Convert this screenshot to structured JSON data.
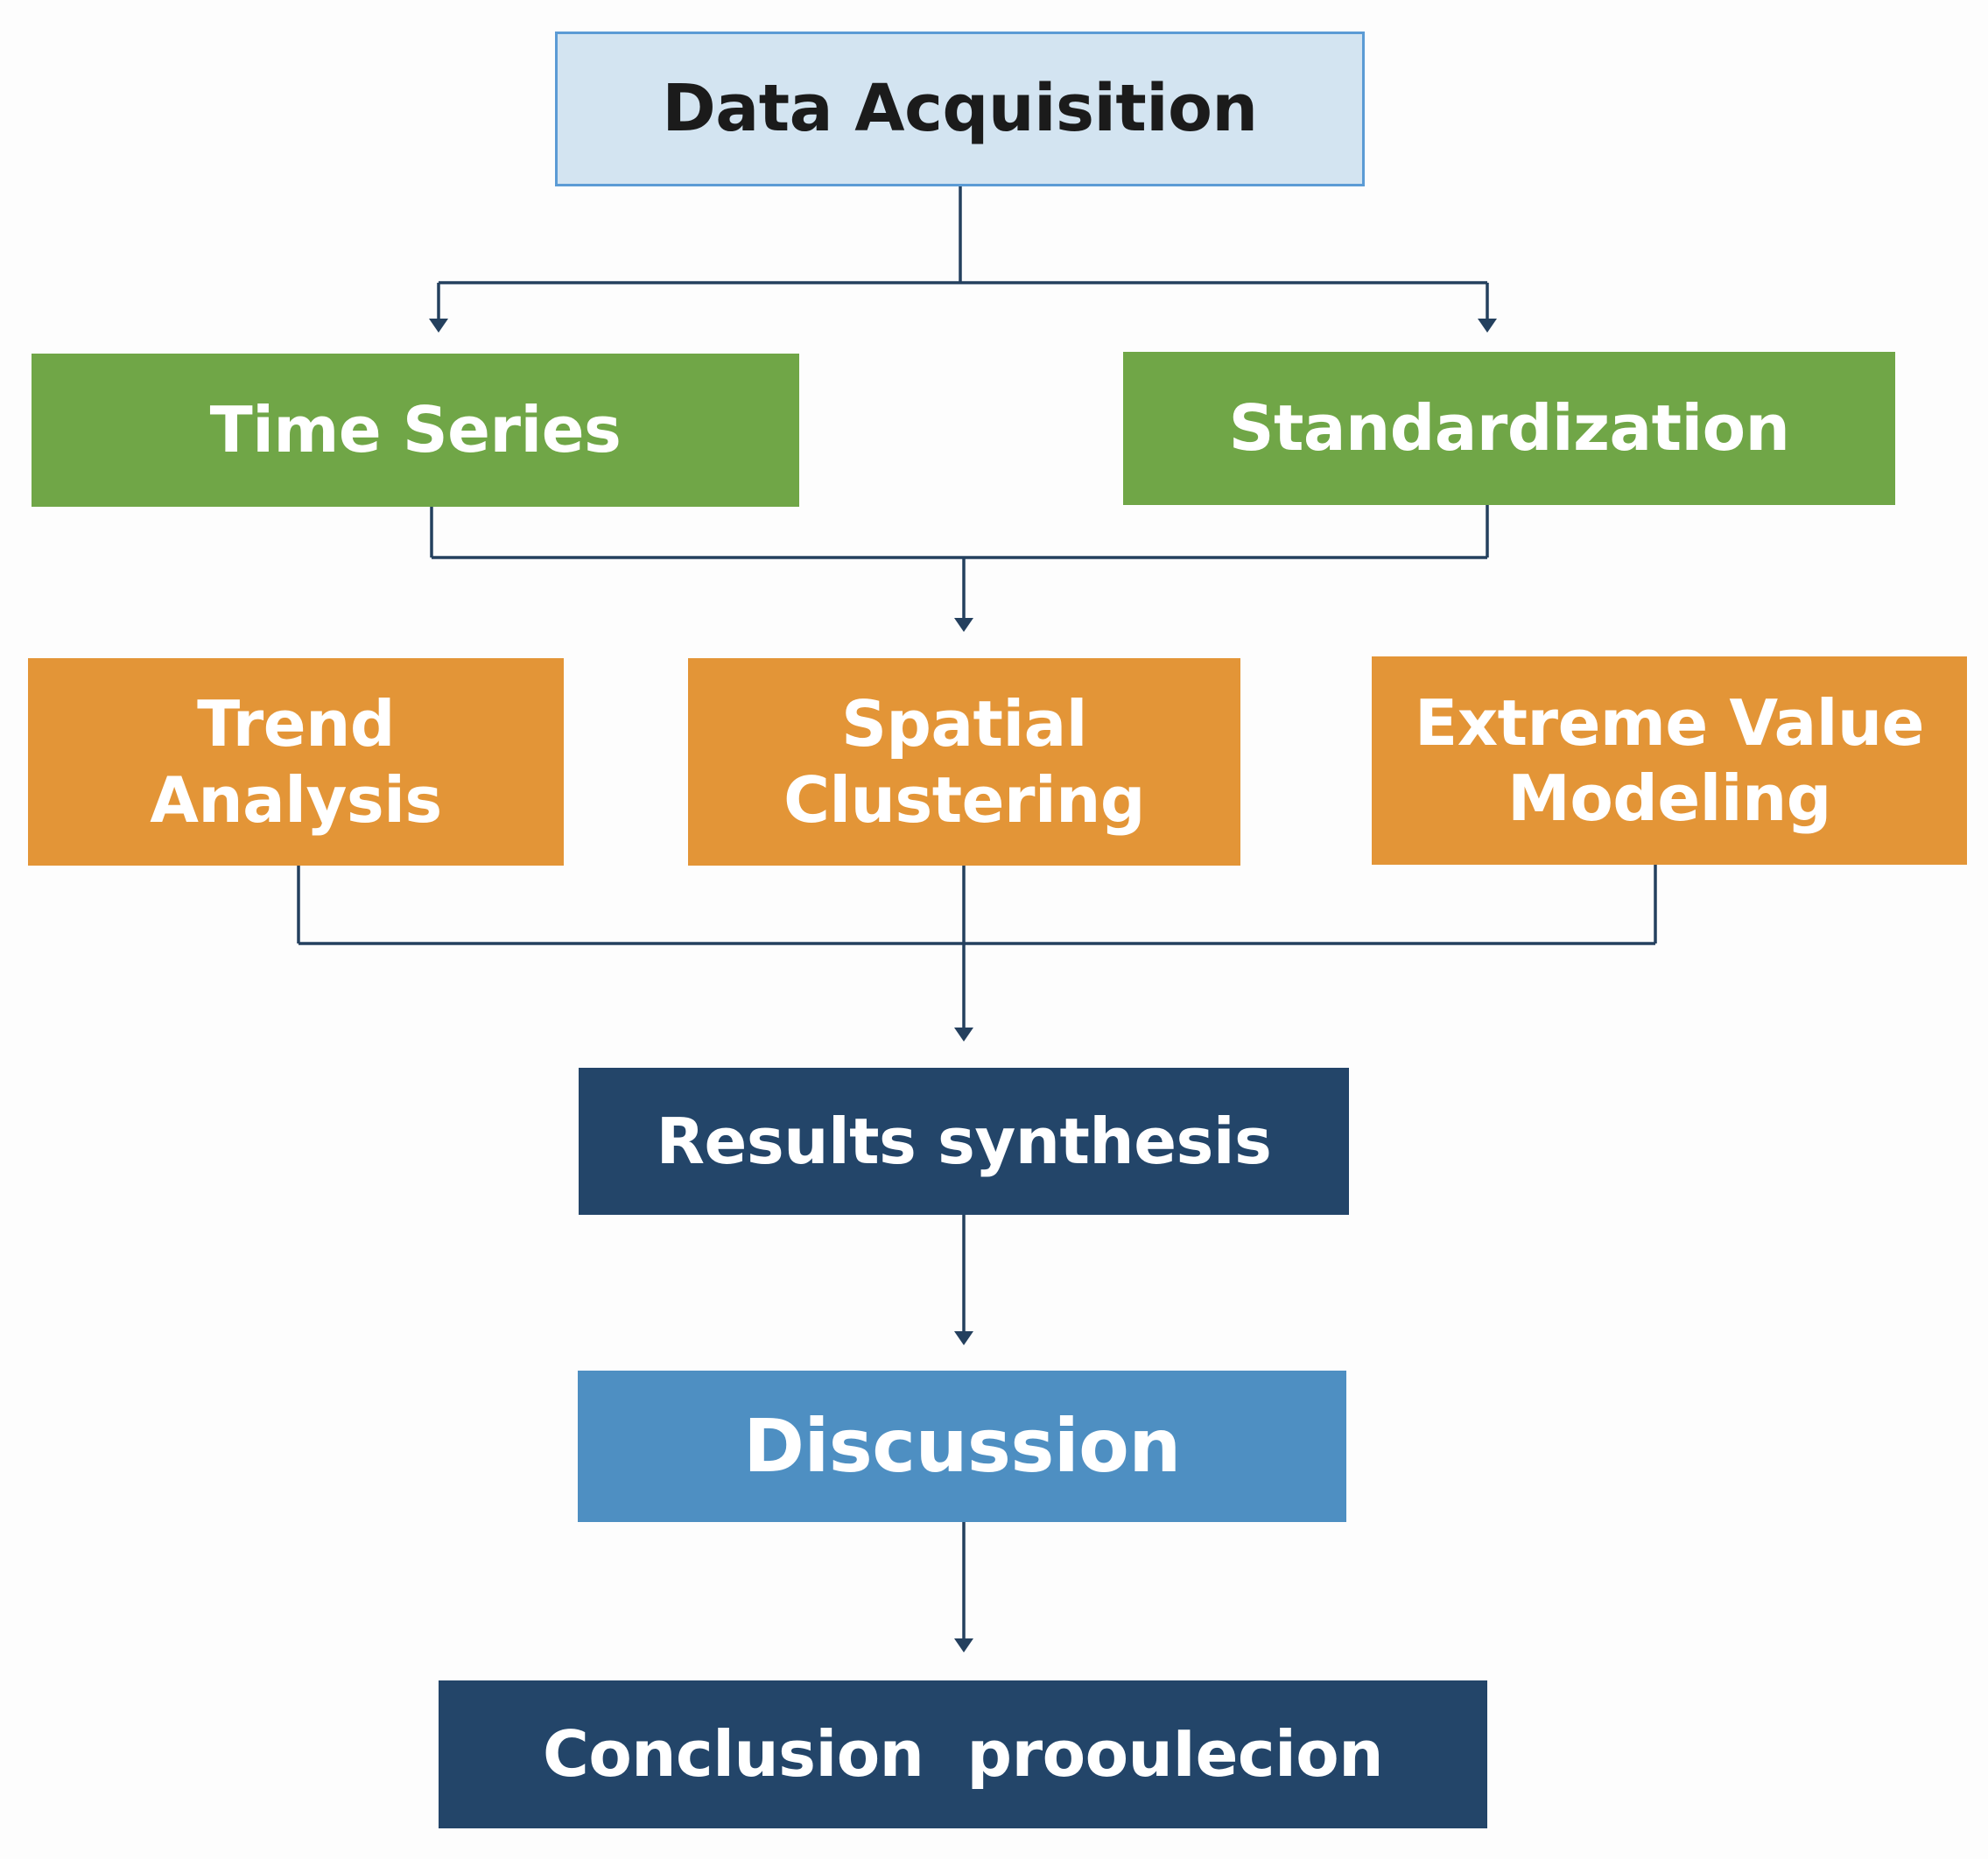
{
  "diagram": {
    "nodes": {
      "data_acquisition": "Data Acquisition",
      "time_series": "Time Series",
      "standardization": "Standardization",
      "trend_analysis": [
        "Trend",
        "Analysis"
      ],
      "spatial_clustering": [
        "Spatial",
        "Clustering"
      ],
      "extreme_value_modeling": [
        "Extreme Value",
        "Modeling"
      ],
      "results_synthesis": "Results synthesis",
      "discussion": "Discussion",
      "conclusion": "Conclusion  proouIecion"
    },
    "colors": {
      "light_box_fill": "#d3e4f1",
      "light_box_border": "#5b9bd5",
      "green": "#70a647",
      "orange": "#e39537",
      "navy": "#234569",
      "blue": "#4e8fc2",
      "connector": "#24405e"
    }
  }
}
